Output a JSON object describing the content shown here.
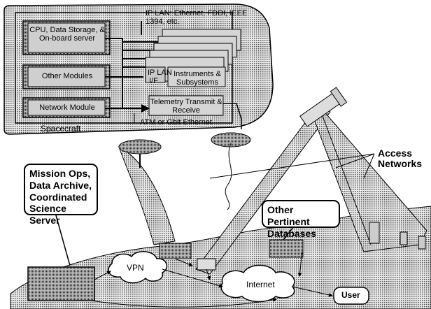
{
  "spacecraft": {
    "cpu_module": "CPU, Data Storage, & On-board server",
    "other_modules": "Other Modules",
    "network_module": "Network Module",
    "lan_label": "IP LAN: Ethernet, FDDI, IEEE 1394, etc.",
    "ip_lan": "IP LAN",
    "if_label": "I/F",
    "instruments": "Instruments & Subsystems",
    "telemetry": "Telemetry Transmit & Receive",
    "atm": "ATM or Gbit Ethernet",
    "caption": "Spacecraft"
  },
  "ground": {
    "mission_ops": "Mission Ops, Data Archive, Coordinated Science Server",
    "other_databases": "Other Pertinent Databases",
    "access_networks": "Access Networks",
    "vpn": "VPN",
    "internet": "Internet",
    "user": "User"
  }
}
